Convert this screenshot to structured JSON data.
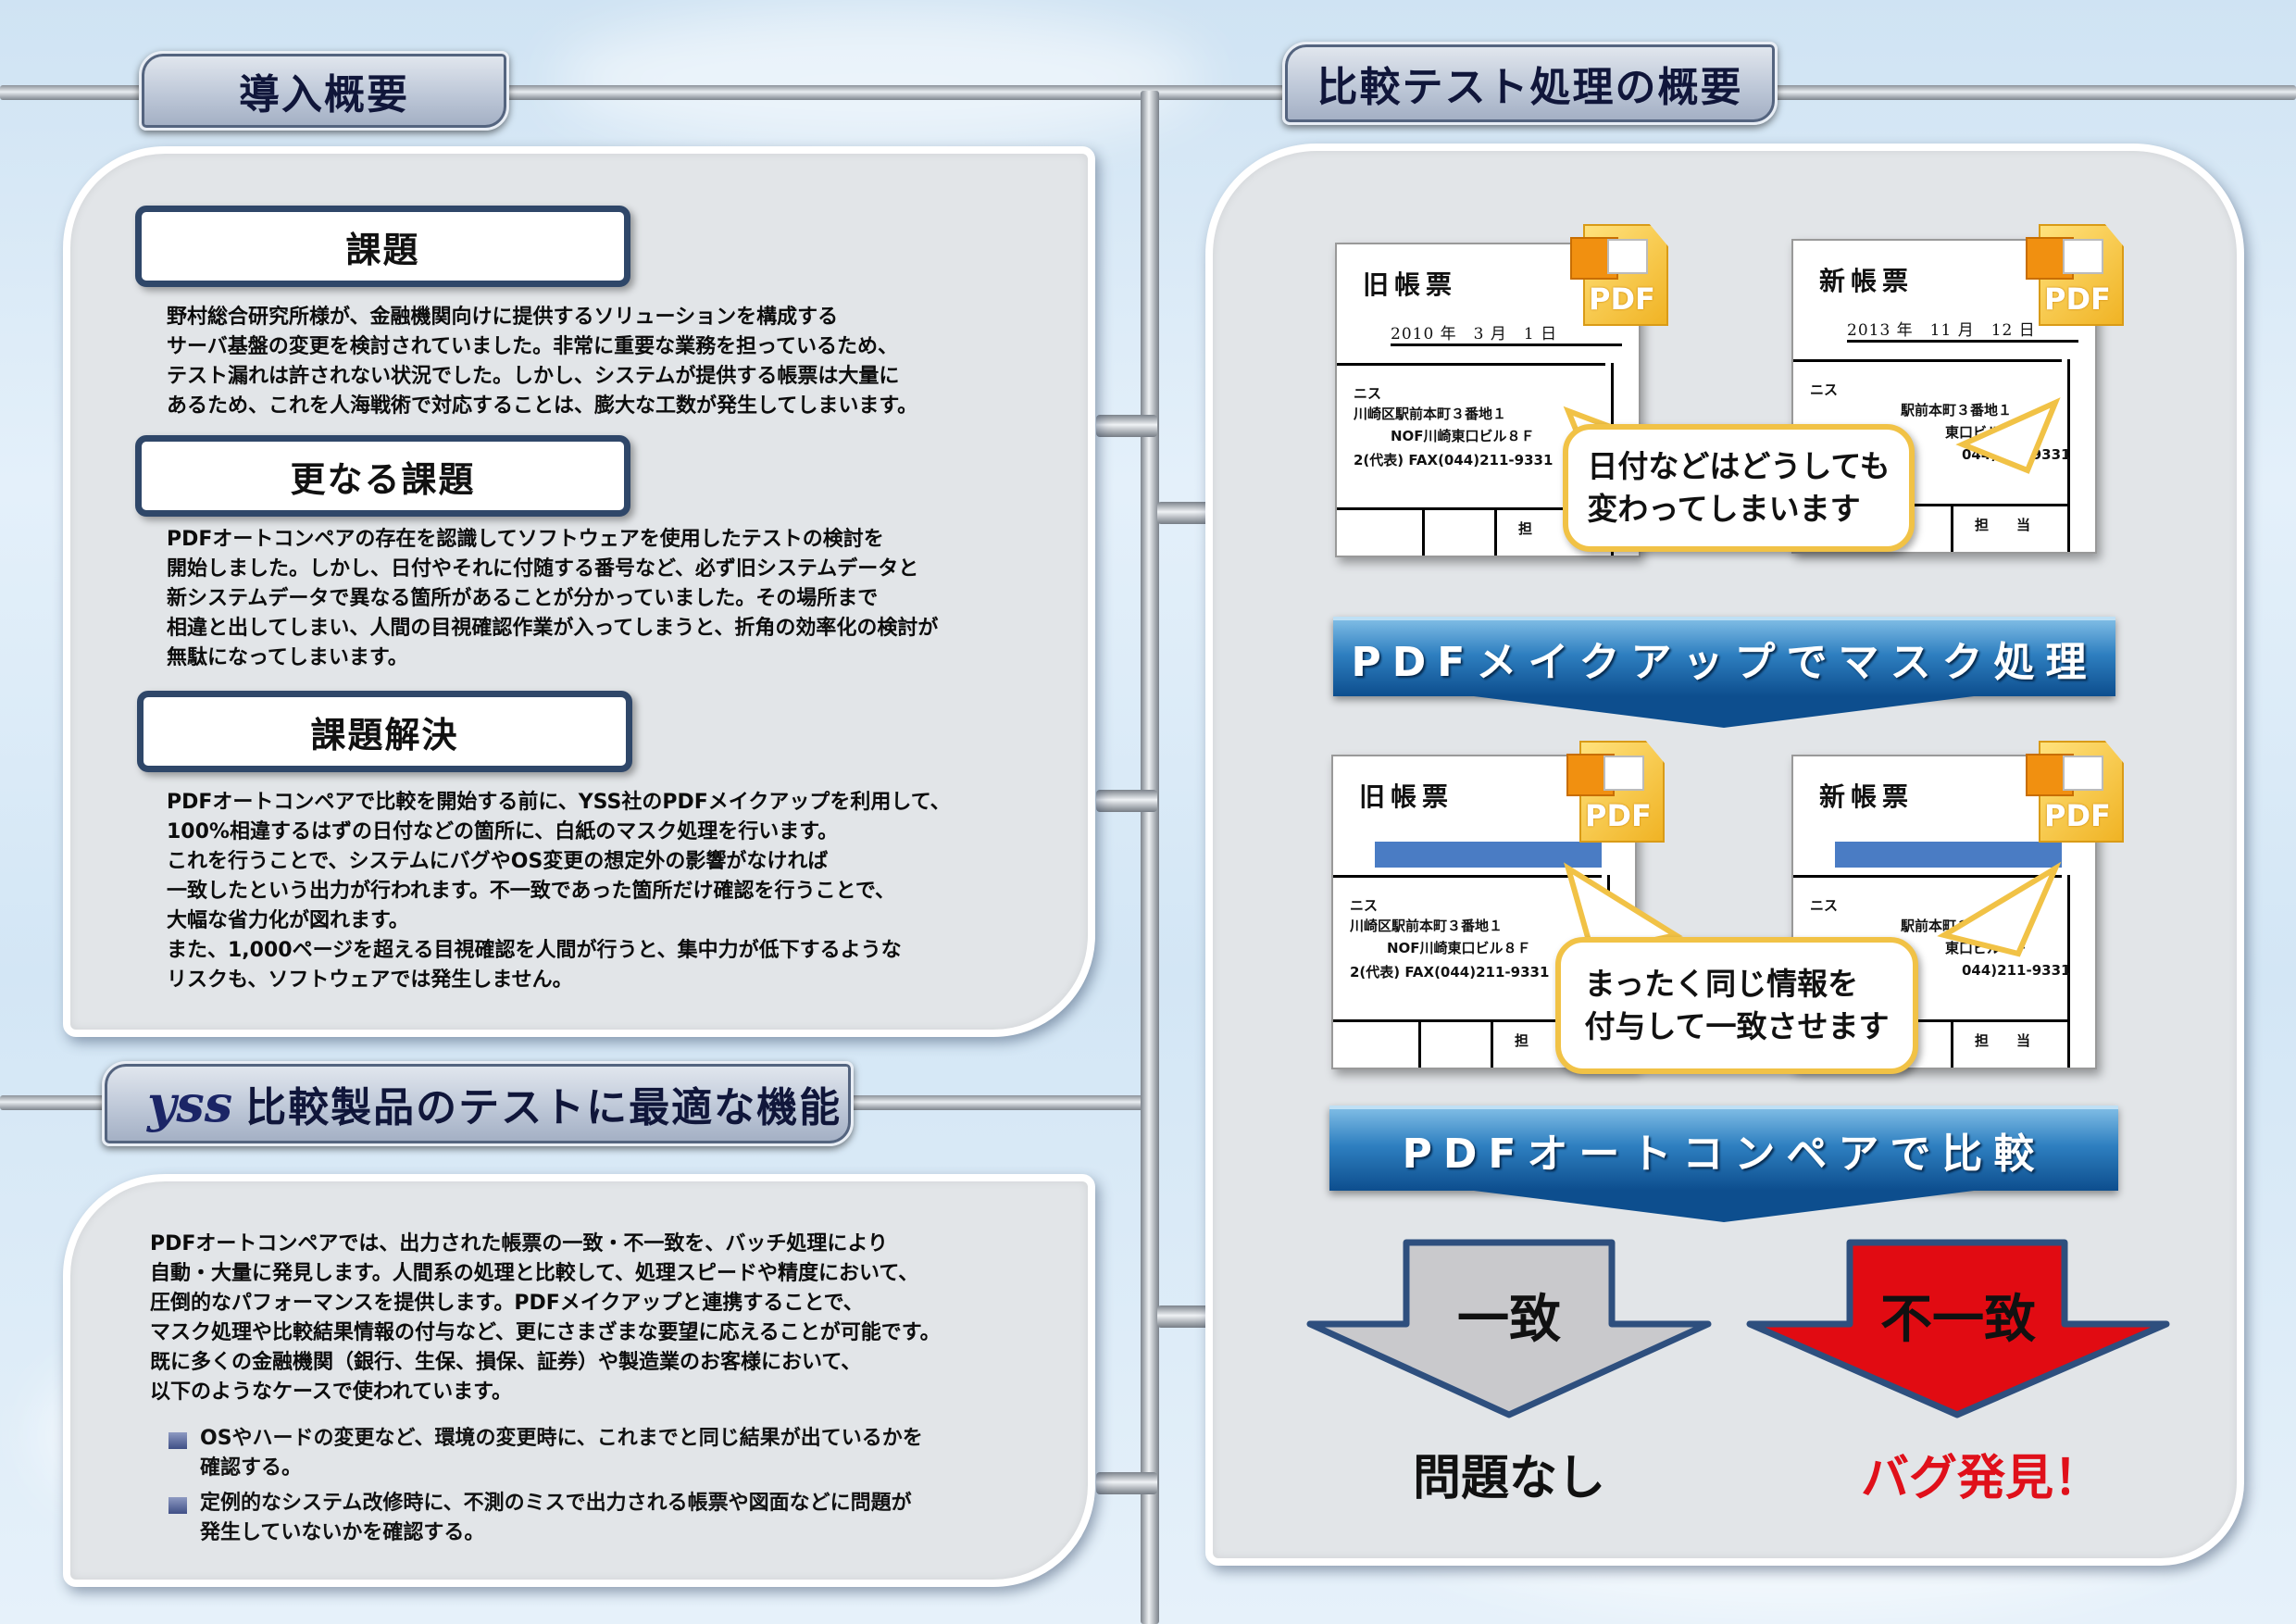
{
  "left": {
    "overview_tab": "導入概要",
    "issue_title": "課題",
    "issue_text": "野村総合研究所様が、金融機関向けに提供するソリューションを構成する\nサーバ基盤の変更を検討されていました。非常に重要な業務を担っているため、\nテスト漏れは許されない状況でした。しかし、システムが提供する帳票は大量に\nあるため、これを人海戦術で対応することは、膨大な工数が発生してしまいます。",
    "further_title": "更なる課題",
    "further_text": "PDFオートコンペアの存在を認識してソフトウェアを使用したテストの検討を\n開始しました。しかし、日付やそれに付随する番号など、必ず旧システムデータと\n新システムデータで異なる箇所があることが分かっていました。その場所まで\n相違と出してしまい、人間の目視確認作業が入ってしまうと、折角の効率化の検討が\n無駄になってしまいます。",
    "solution_title": "課題解決",
    "solution_text": "PDFオートコンペアで比較を開始する前に、YSS社のPDFメイクアップを利用して、\n100%相違するはずの日付などの箇所に、白紙のマスク処理を行います。\nこれを行うことで、システムにバグやOS変更の想定外の影響がなければ\n一致したという出力が行われます。不一致であった箇所だけ確認を行うことで、\n大幅な省力化が図れます。\nまた、1,000ページを超える目視確認を人間が行うと、集中力が低下するような\nリスクも、ソフトウェアでは発生しません。",
    "yss_logo": "yss",
    "feature_tab": "比較製品のテストに最適な機能",
    "feature_text": "PDFオートコンペアでは、出力された帳票の一致・不一致を、バッチ処理により\n自動・大量に発見します。人間系の処理と比較して、処理スピードや精度において、\n圧倒的なパフォーマンスを提供します。PDFメイクアップと連携することで、\nマスク処理や比較結果情報の付与など、更にさまざまな要望に応えることが可能です。\n既に多くの金融機関（銀行、生保、損保、証券）や製造業のお客様において、\n以下のようなケースで使われています。",
    "bullets": [
      "OSやハードの変更など、環境の変更時に、これまでと同じ結果が出ているかを\n確認する。",
      "定例的なシステム改修時に、不測のミスで出力される帳票や図面などに問題が\n発生していないかを確認する。"
    ]
  },
  "right": {
    "tab": "比較テスト処理の概要",
    "pdf_label": "PDF",
    "old_doc": {
      "title": "旧帳票",
      "date": "2010 年　3 月　1 日",
      "addr1": "ニス",
      "addr2": "川崎区駅前本町３番地１",
      "addr3": "NOF川崎東口ビル８Ｆ",
      "addr4": "2(代表)  FAX(044)211-9331",
      "stamp": "担"
    },
    "new_doc": {
      "title": "新帳票",
      "date": "2013 年　11 月　12 日",
      "addr1": "ニス",
      "addr2": "駅前本町３番地１",
      "addr3": "東口ビル８Ｆ",
      "addr4": "044)211-9331",
      "stamp": "担　　当"
    },
    "bubble1": "日付などはどうしても\n変わってしまいます",
    "banner1": "PDFメイクアップでマスク処理",
    "bubble2": "まったく同じ情報を\n付与して一致させます",
    "banner2": "PDFオートコンペアで比較",
    "match": "一致",
    "mismatch": "不一致",
    "ok": "問題なし",
    "bug": "バグ発見！"
  }
}
